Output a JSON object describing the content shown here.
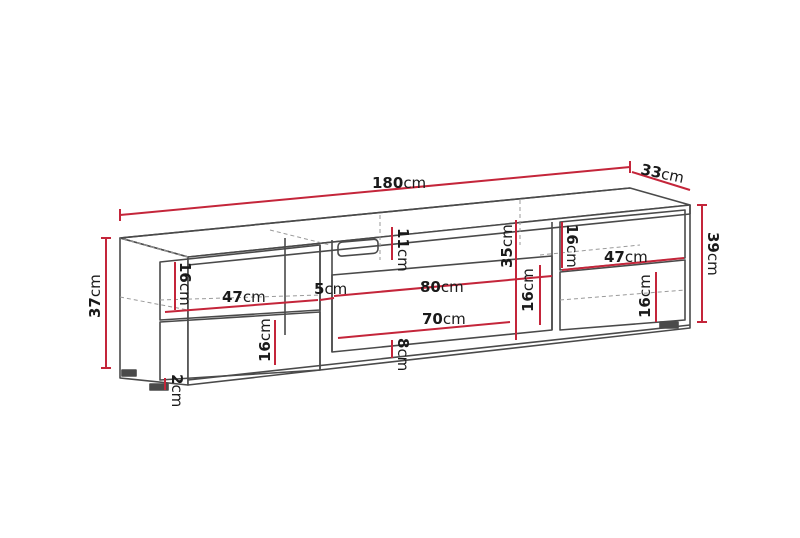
{
  "colors": {
    "outline": "#4a4a4a",
    "dashed": "#9a9a9a",
    "dimension": "#c4253a",
    "text": "#1a1a1a"
  },
  "labels": {
    "width": {
      "num": "180",
      "unit": "cm"
    },
    "depth": {
      "num": "33",
      "unit": "cm"
    },
    "height_right": {
      "num": "39",
      "unit": "cm"
    },
    "height_left": {
      "num": "37",
      "unit": "cm"
    },
    "left_shelf_h": {
      "num": "16",
      "unit": "cm"
    },
    "left_shelf_w": {
      "num": "47",
      "unit": "cm"
    },
    "left_lower_h": {
      "num": "16",
      "unit": "cm"
    },
    "panel": {
      "num": "5",
      "unit": "cm"
    },
    "center_w": {
      "num": "80",
      "unit": "cm"
    },
    "center_inner_w": {
      "num": "70",
      "unit": "cm"
    },
    "handle_h": {
      "num": "11",
      "unit": "cm"
    },
    "center_h": {
      "num": "35",
      "unit": "cm"
    },
    "center_drawer_h": {
      "num": "16",
      "unit": "cm"
    },
    "plinth": {
      "num": "8",
      "unit": "cm"
    },
    "legs": {
      "num": "2",
      "unit": "cm"
    },
    "right_shelf_h": {
      "num": "16",
      "unit": "cm"
    },
    "right_shelf_w": {
      "num": "47",
      "unit": "cm"
    },
    "right_lower_h": {
      "num": "16",
      "unit": "cm"
    }
  }
}
